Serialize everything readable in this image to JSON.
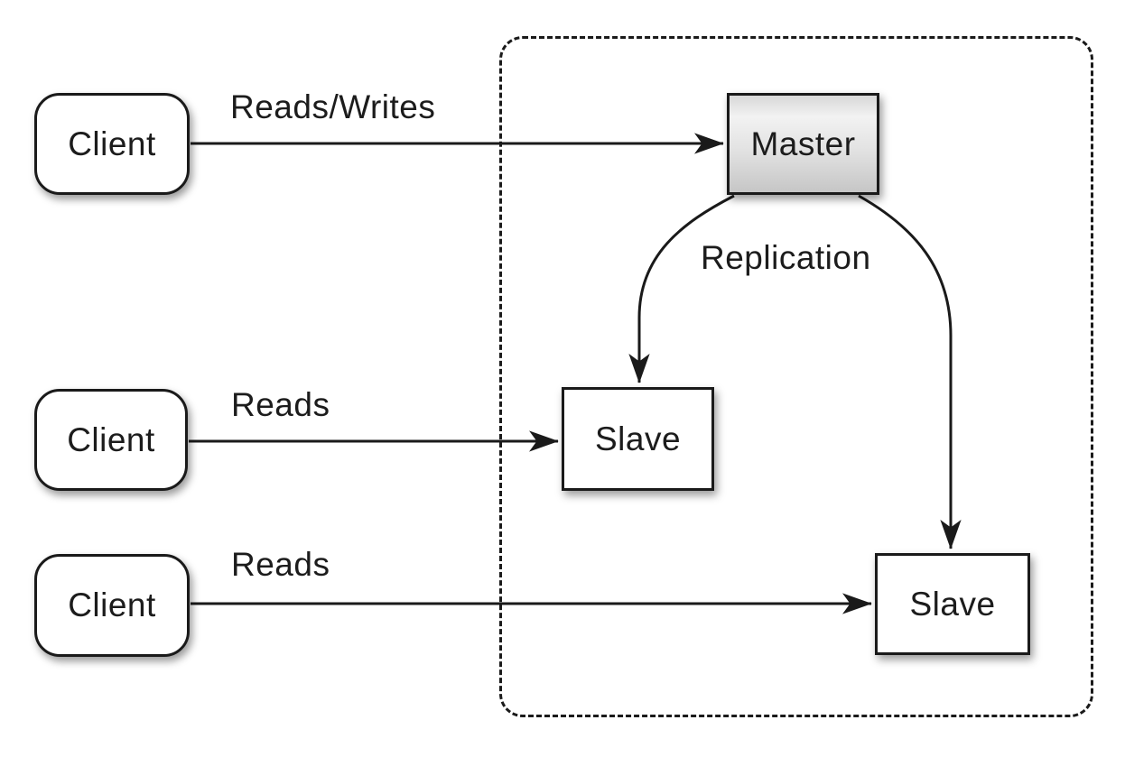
{
  "nodes": {
    "client1": {
      "label": "Client"
    },
    "client2": {
      "label": "Client"
    },
    "client3": {
      "label": "Client"
    },
    "master": {
      "label": "Master"
    },
    "slave1": {
      "label": "Slave"
    },
    "slave2": {
      "label": "Slave"
    }
  },
  "edges": {
    "client1_to_master": {
      "label": "Reads/Writes"
    },
    "client2_to_slave1": {
      "label": "Reads"
    },
    "client3_to_slave2": {
      "label": "Reads"
    },
    "master_to_slaves": {
      "label": "Replication"
    }
  },
  "colors": {
    "stroke": "#1a1a1a",
    "node_fill": "#ffffff",
    "master_fill_top": "#f2f2f2",
    "master_fill_bottom": "#c6c6c6",
    "background": "#ffffff"
  }
}
